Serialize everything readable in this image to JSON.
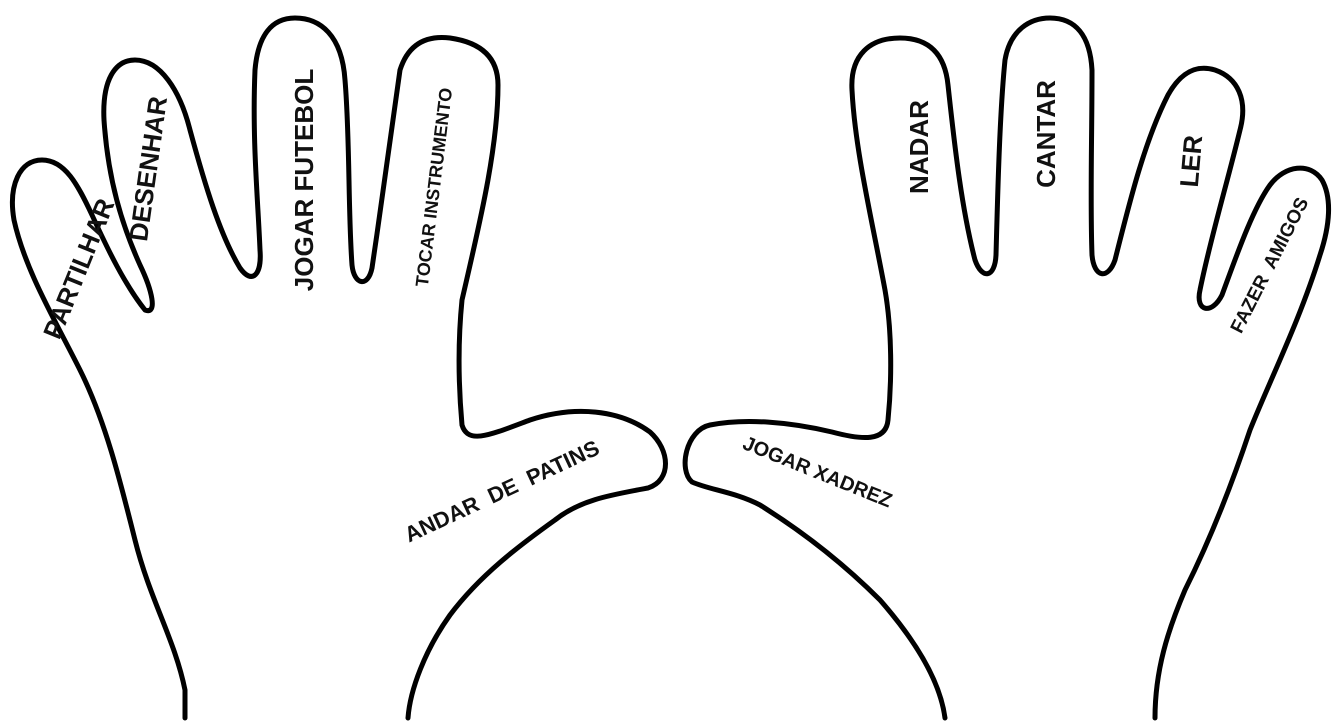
{
  "left_hand": {
    "thumb": "ANDAR  DE  PATINS",
    "index": "TOCAR INSTRUMENTO",
    "middle": "JOGAR FUTEBOL",
    "ring": "DESENHAR",
    "pinky": "PARTILHAR"
  },
  "right_hand": {
    "thumb": "JOGAR XADREZ",
    "index": "NADAR",
    "middle": "CANTAR",
    "ring": "LER",
    "pinky": "FAZER  AMIGOS"
  },
  "colors": {
    "outline": "#000000",
    "text": "#111111",
    "background": "#ffffff"
  }
}
